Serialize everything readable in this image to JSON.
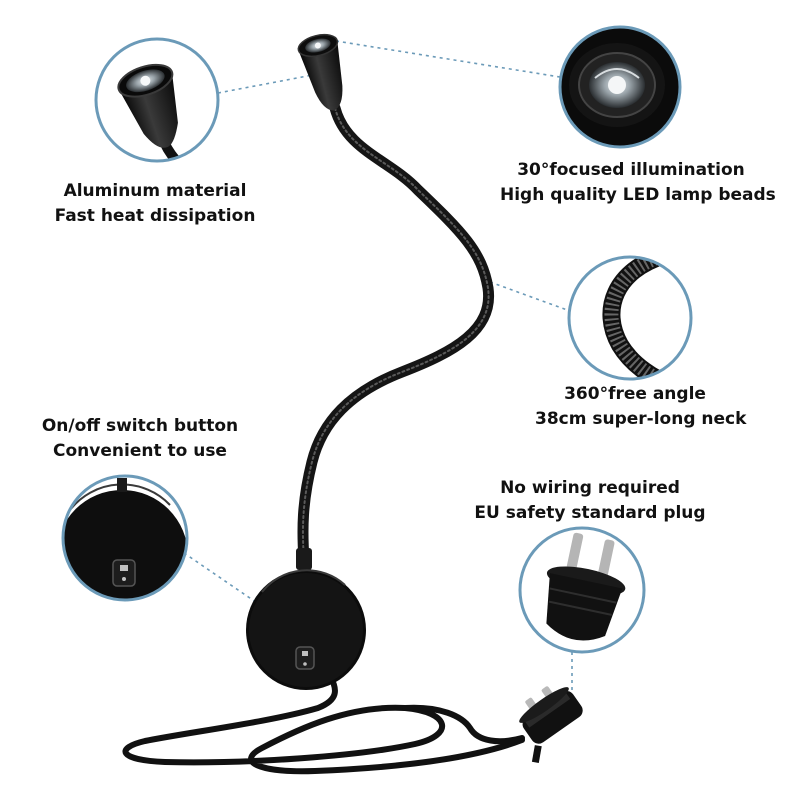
{
  "palette": {
    "background": "#ffffff",
    "circle_border": "#6b9ab8",
    "leader_line": "#6b9ab8",
    "product": "#111111",
    "caption_text": "#111111"
  },
  "product": "black flexible gooseneck LED wall reading lamp with round switch base and EU plug",
  "features": {
    "aluminum": {
      "line1": "Aluminum material",
      "line2": "Fast heat dissipation",
      "detail_icon": "lamp-head-side-detail"
    },
    "focus": {
      "line1": "30°focused illumination",
      "line2": "High quality LED lamp beads",
      "detail_icon": "led-lens-front-detail"
    },
    "angle": {
      "line1": "360°free angle",
      "line2": "38cm super-long neck",
      "detail_icon": "gooseneck-detail"
    },
    "switch": {
      "line1": "On/off switch button",
      "line2": "Convenient to use",
      "detail_icon": "rocker-switch-detail"
    },
    "plug": {
      "line1": "No wiring required",
      "line2": "EU safety standard plug",
      "detail_icon": "eu-plug-detail"
    }
  }
}
